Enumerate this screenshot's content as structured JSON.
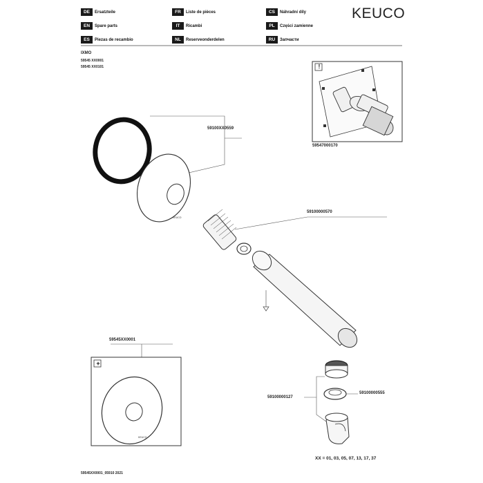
{
  "brand": {
    "logo": "KEUCO"
  },
  "languages": [
    {
      "code": "DE",
      "label": "Ersatzteile"
    },
    {
      "code": "FR",
      "label": "Liste de pièces"
    },
    {
      "code": "CS",
      "label": "Náhradní díly"
    },
    {
      "code": "EN",
      "label": "Spare parts"
    },
    {
      "code": "IT",
      "label": "Ricambi"
    },
    {
      "code": "PL",
      "label": "Części zamienne"
    },
    {
      "code": "ES",
      "label": "Piezas de recambio"
    },
    {
      "code": "NL",
      "label": "Reserveonderdelen"
    },
    {
      "code": "RU",
      "label": "Запчасти"
    }
  ],
  "product": {
    "name": "IXMO",
    "article_numbers": [
      "59545 XX0001",
      "59545 XX0101"
    ]
  },
  "parts": {
    "o_ring": "59100XX0559",
    "threaded_insert": "59100000570",
    "installation_unit": "59547000170",
    "aerator": "59100000127",
    "aerator_ring": "59100000555",
    "rosette_set": "59545XX0001"
  },
  "callouts": {
    "installation_box_marker": "!",
    "rosette_box_marker": "+"
  },
  "footer": {
    "color_codes": "XX = 01, 03, 05, 07, 13, 17, 37",
    "doc_ref": "59545XX0001_05910 2021"
  }
}
